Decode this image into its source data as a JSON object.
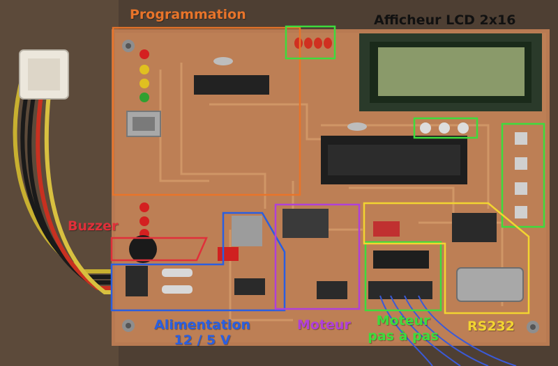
{
  "photo": {
    "labels": {
      "programmation": "Programmation",
      "afficheur_lcd": "Afficheur LCD 2x16",
      "buzzer": "Buzzer",
      "alimentation_line1": "Alimentation",
      "alimentation_line2": "12 / 5 V",
      "moteur": "Moteur",
      "moteur_pap_line1": "Moteur",
      "moteur_pap_line2": "pas à pas",
      "rs232": "RS232"
    },
    "colors": {
      "programmation": "#e8742a",
      "lcd_label": "#111111",
      "leds_green": "#3ddc3d",
      "buzzer": "#e0303a",
      "alimentation": "#2a5fe0",
      "moteur": "#b040d8",
      "moteur_pap": "#3ddc3d",
      "rs232": "#f2d431",
      "pcb": "#b87a52",
      "background": "#5a4a3c"
    }
  }
}
